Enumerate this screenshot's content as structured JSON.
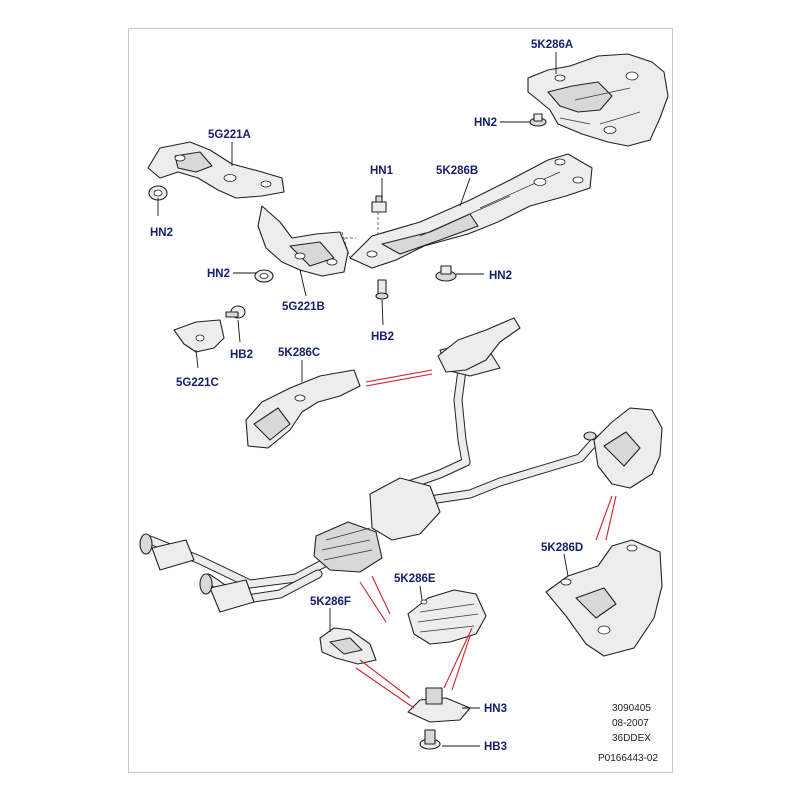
{
  "callouts": {
    "k286a": "5K286A",
    "hn2_a": "HN2",
    "g221a": "5G221A",
    "hn2_b": "HN2",
    "hn1": "HN1",
    "k286b": "5K286B",
    "hn2_c": "HN2",
    "g221b": "5G221B",
    "hn2_d": "HN2",
    "hb2_a": "HB2",
    "hb2_b": "HB2",
    "g221c": "5G221C",
    "k286c": "5K286C",
    "k286d": "5K286D",
    "k286e": "5K286E",
    "k286f": "5K286F",
    "hn3": "HN3",
    "hb3": "HB3"
  },
  "footer": {
    "line1": "3090405",
    "line2": "08-2007",
    "line3": "36DDEX",
    "line4": "P0166443-02"
  },
  "colors": {
    "label": "#16206e",
    "leader_red": "#d0202a"
  }
}
